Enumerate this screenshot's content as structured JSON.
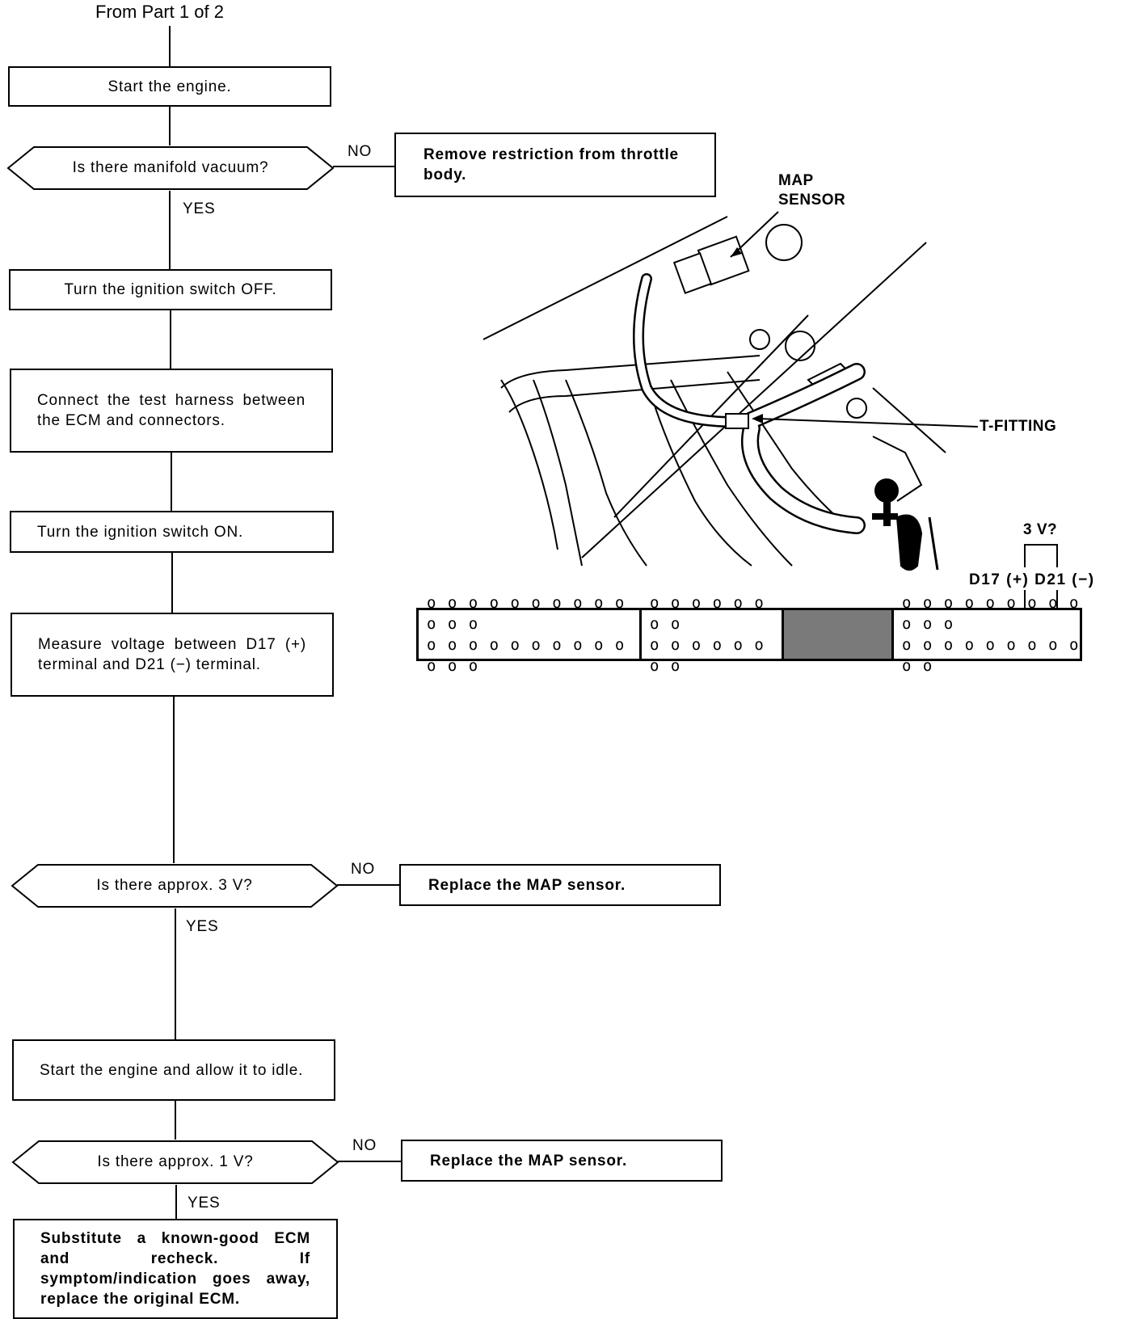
{
  "header": {
    "label": "From Part 1 of 2"
  },
  "flow": {
    "start_engine": "Start the engine.",
    "q_vacuum": "Is there manifold vacuum?",
    "remove_restriction": "Remove restriction from throttle body.",
    "ignition_off": "Turn the ignition switch OFF.",
    "connect_harness": "Connect the test harness between the ECM and connectors.",
    "ignition_on": "Turn the ignition switch ON.",
    "measure_voltage": "Measure voltage between D17 (+) terminal and D21 (−) terminal.",
    "q_3v": "Is there approx. 3 V?",
    "replace_map_1": "Replace the MAP sensor.",
    "start_idle": "Start the engine and allow it to idle.",
    "q_1v": "Is there approx. 1 V?",
    "replace_map_2": "Replace the MAP sensor.",
    "substitute_ecm": "Substitute a known-good ECM and recheck. If symptom/indication goes away, replace the original ECM."
  },
  "branch_labels": {
    "no_1": "NO",
    "yes_1": "YES",
    "no_2": "NO",
    "yes_2": "YES",
    "no_3": "NO",
    "yes_3": "YES"
  },
  "illustration": {
    "map_sensor_line1": "MAP",
    "map_sensor_line2": "SENSOR",
    "t_fitting": "T-FITTING",
    "voltage_query": "3 V?",
    "terminals": "D17 (+) D21 (−)"
  },
  "connector": {
    "seg1_row1": "o o o o o o o o o o o o o",
    "seg1_row2": "o o o o o o o o o o o o o",
    "seg2_row1": "o o o o o o o o",
    "seg2_row2": "o o o o o o o o",
    "seg4_row1": "o o o o o o o o o o o o",
    "seg4_row2": "o o o o o o o o o o o"
  }
}
